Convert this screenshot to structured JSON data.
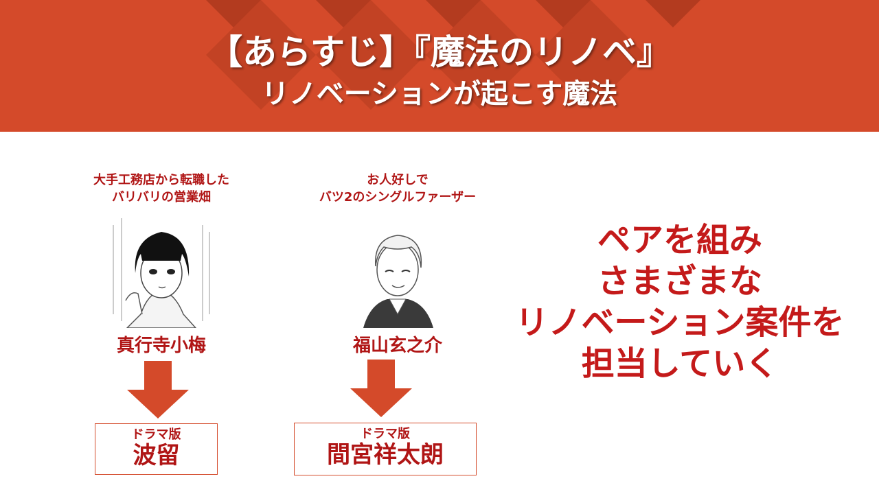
{
  "header": {
    "title_line1": "【あらすじ】『魔法のリノベ』",
    "title_line2": "リノベーションが起こす魔法",
    "bg_color": "#d44a2a",
    "pattern_color": "#a8361c"
  },
  "characters": [
    {
      "description_line1": "大手工務店から転職した",
      "description_line2": "バリバリの営業畑",
      "name": "真行寺小梅",
      "drama_label": "ドラマ版",
      "drama_name": "波留"
    },
    {
      "description_line1": "お人好しで",
      "description_line2": "バツ2のシングルファーザー",
      "name": "福山玄之介",
      "drama_label": "ドラマ版",
      "drama_name": "間宮祥太朗"
    }
  ],
  "message": {
    "line1": "ペアを組み",
    "line2": "さまざまな",
    "line3": "リノベーション案件を",
    "line4": "担当していく"
  },
  "colors": {
    "accent": "#d44a2a",
    "text_red": "#b01515"
  }
}
